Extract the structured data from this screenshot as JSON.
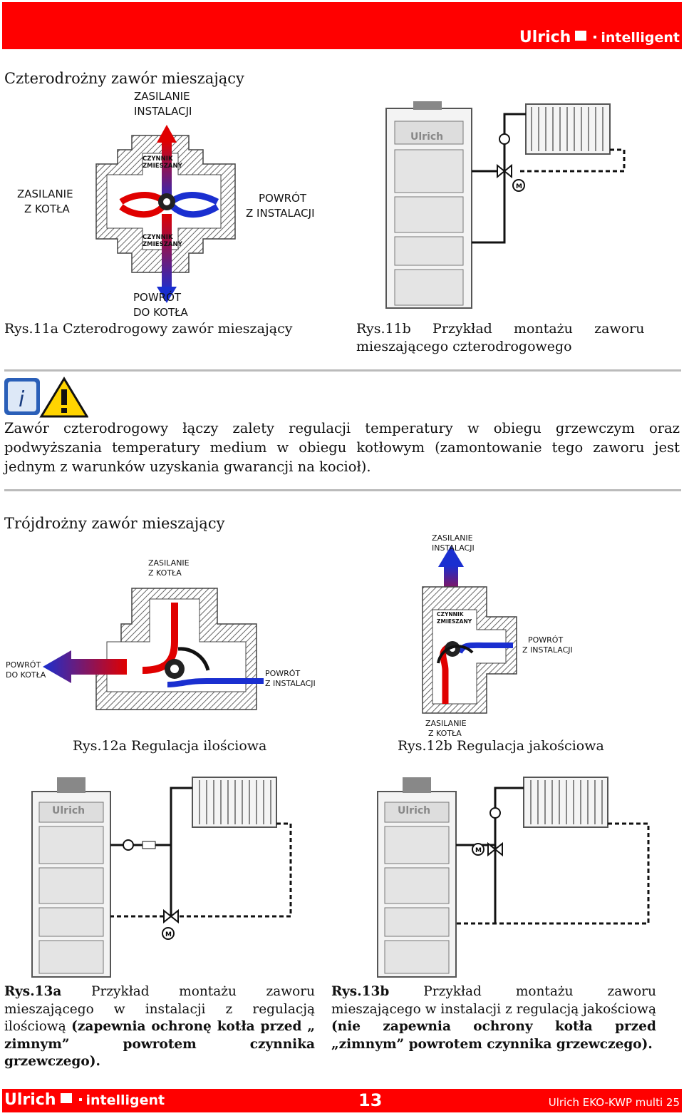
{
  "header": {
    "brand": "Ulrich",
    "brand_sub": "intelligent"
  },
  "section1": {
    "heading": "Czterodrożny zawór mieszający",
    "fig11a_labels": {
      "top": [
        "ZASILANIE",
        "INSTALACJI"
      ],
      "left": [
        "ZASILANIE",
        "Z KOTŁA"
      ],
      "right": [
        "POWRÓT",
        "Z INSTALACJI"
      ],
      "bottom": [
        "POWRÓT",
        "DO KOTŁA"
      ],
      "mix_top": [
        "CZYNNIK",
        "ZMIESZANY"
      ],
      "mix_bottom": [
        "CZYNNIK",
        "ZMIESZANY"
      ]
    },
    "fig11a_caption": "Rys.11a Czterodrogowy zawór mieszający",
    "fig11b_caption_line1": "Rys.11b     Przykład     montażu     zaworu",
    "fig11b_caption_line2": "mieszającego czterodrogowego",
    "boiler_brand": "Ulrich",
    "motor_label": "M"
  },
  "notice": {
    "info_icon_letter": "i",
    "text": "Zawór czterodrogowy łączy zalety regulacji temperatury w obiegu grzewczym oraz podwyższania temperatury medium w obiegu kotłowym (zamontowanie tego zaworu jest jednym z warunków uzyskania gwarancji na kocioł)."
  },
  "section2": {
    "heading": "Trójdrożny zawór mieszający",
    "fig12a_labels": {
      "top": [
        "ZASILANIE",
        "Z KOTŁA"
      ],
      "left": [
        "POWRÓT",
        "DO KOTŁA"
      ],
      "right": [
        "POWRÓT",
        "Z INSTALACJI"
      ]
    },
    "fig12b_labels": {
      "top": [
        "ZASILANIE",
        "INSTALACJI"
      ],
      "mix": [
        "CZYNNIK",
        "ZMIESZANY"
      ],
      "right": [
        "POWRÓT",
        "Z INSTALACJI"
      ],
      "bottom": [
        "ZASILANIE",
        "Z KOTŁA"
      ]
    },
    "fig12a_caption": "Rys.12a Regulacja ilościowa",
    "fig12b_caption": "Rys.12b Regulacja jakościowa"
  },
  "section3": {
    "fig13a_bold": "Rys.13a",
    "fig13a_text": "Przykład montażu zaworu mieszającego w instalacji z regulacją ilościową",
    "fig13a_bold2": "(zapewnia ochronę kotła przed „ zimnym” powrotem czynnika grzewczego).",
    "fig13b_bold": "Rys.13b",
    "fig13b_text": "Przykład montażu zaworu mieszającego w instalacji z regulacją jakościową",
    "fig13b_bold2": "(nie zapewnia ochrony kotła przed „zimnym” powrotem czynnika grzewczego)."
  },
  "footer": {
    "brand": "Ulrich",
    "brand_sub": "intelligent",
    "page_number": "13",
    "model": "Ulrich EKO-KWP multi 25"
  }
}
